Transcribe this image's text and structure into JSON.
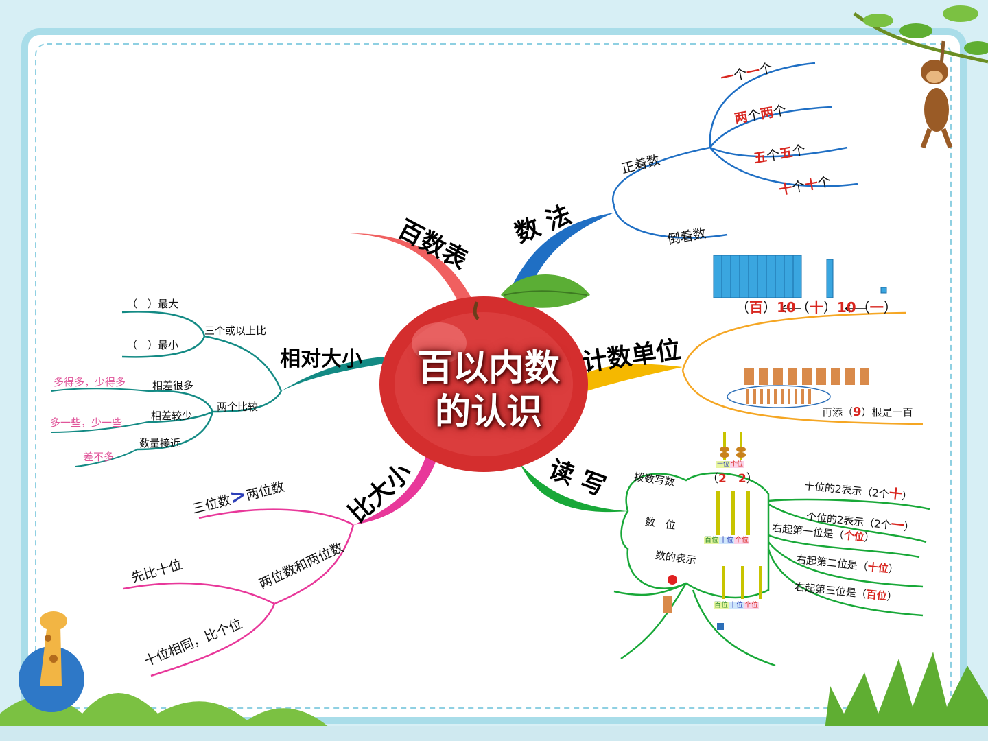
{
  "center": {
    "line1": "百以内数",
    "line2": "的认识"
  },
  "branches": {
    "baishubiao": "百数表",
    "shufa": "数 法",
    "jishu": "计数单位",
    "duxie": "读 写",
    "bidaxiao": "比大小",
    "xiangdui": "相对大小"
  },
  "shufa": {
    "zhengzhe": "正着数",
    "daozhe": "倒着数",
    "items": [
      {
        "a": "一",
        "mid": "个",
        "b": "一",
        "end": "个"
      },
      {
        "a": "两",
        "mid": "个",
        "b": "两",
        "end": "个"
      },
      {
        "a": "五",
        "mid": "个",
        "b": "五",
        "end": "个"
      },
      {
        "a": "十",
        "mid": "个",
        "b": "十",
        "end": "个"
      }
    ]
  },
  "jishu": {
    "bai": "百",
    "shi": "十",
    "yi": "一",
    "ten1": "10",
    "ten2": "10",
    "zaitian_pre": "再添（",
    "nine": "9",
    "zaitian_post": "）根是一百"
  },
  "duxie": {
    "boshu": "拨数写数",
    "value_a": "2",
    "value_b": "2",
    "shuwei": "数　位",
    "biaoshi": "数的表示",
    "abacus_top": [
      "十位",
      "个位"
    ],
    "abacus_mid": [
      "百位",
      "十位",
      "个位"
    ],
    "abacus_bottom": [
      "百位",
      "十位",
      "个位"
    ],
    "r1_pre": "十位的2表示（2个",
    "r1_red": "十",
    "r1_post": "）",
    "r2_pre": "个位的2表示（2个",
    "r2_red": "一",
    "r2_post": "）",
    "r3_pre": "右起第一位是（",
    "r3_red": "个位",
    "r3_post": "）",
    "r4_pre": "右起第二位是（",
    "r4_red": "十位",
    "r4_post": "）",
    "r5_pre": "右起第三位是（",
    "r5_red": "百位",
    "r5_post": "）"
  },
  "bidaxiao": {
    "sanwei_a": "三位数",
    "gt": ">",
    "sanwei_b": "两位数",
    "liangwei": "两位数和两位数",
    "xianbi": "先比十位",
    "shiwei": "十位相同，比个位"
  },
  "xiangdui": {
    "zuida": "（　）最大",
    "zuixiao": "（　）最小",
    "sange": "三个或以上比",
    "liangge": "两个比较",
    "henduo": "相差很多",
    "jiaoshao": "相差较少",
    "jiejin": "数量接近",
    "duode": "多得多，少得多",
    "duoyixie": "多一些，少一些",
    "chabuduo": "差不多"
  },
  "colors": {
    "blue_branch": "#1f6fc4",
    "red_branch": "#f06060",
    "yellow_branch": "#f5b800",
    "green_branch": "#18a838",
    "pink_branch": "#e8389a",
    "teal_branch": "#138a84",
    "frame": "#a9dde9"
  }
}
